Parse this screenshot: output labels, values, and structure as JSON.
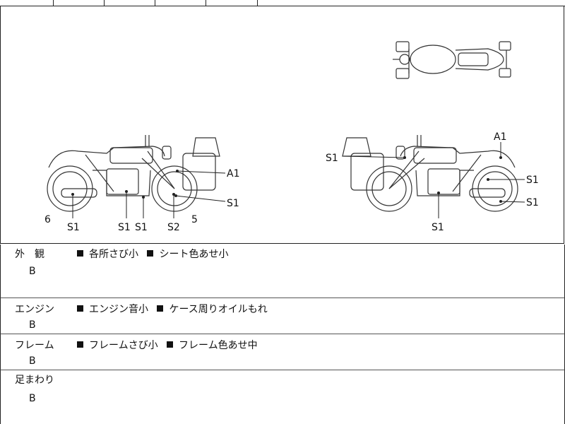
{
  "diagram": {
    "left_labels": [
      "A1",
      "S1",
      "6",
      "S1",
      "S1",
      "S1",
      "S2",
      "5"
    ],
    "right_labels": [
      "A1",
      "S1",
      "S1",
      "S1",
      "S1"
    ]
  },
  "sections": [
    {
      "title": "外　観",
      "grade": "B",
      "notes": [
        "各所さび小",
        "シート色あせ小"
      ]
    },
    {
      "title": "エンジン",
      "grade": "B",
      "notes": [
        "エンジン音小",
        "ケース周りオイルもれ"
      ]
    },
    {
      "title": "フレーム",
      "grade": "B",
      "notes": [
        "フレームさび小",
        "フレーム色あせ中"
      ]
    },
    {
      "title": "足まわり",
      "grade": "B",
      "notes": []
    }
  ]
}
